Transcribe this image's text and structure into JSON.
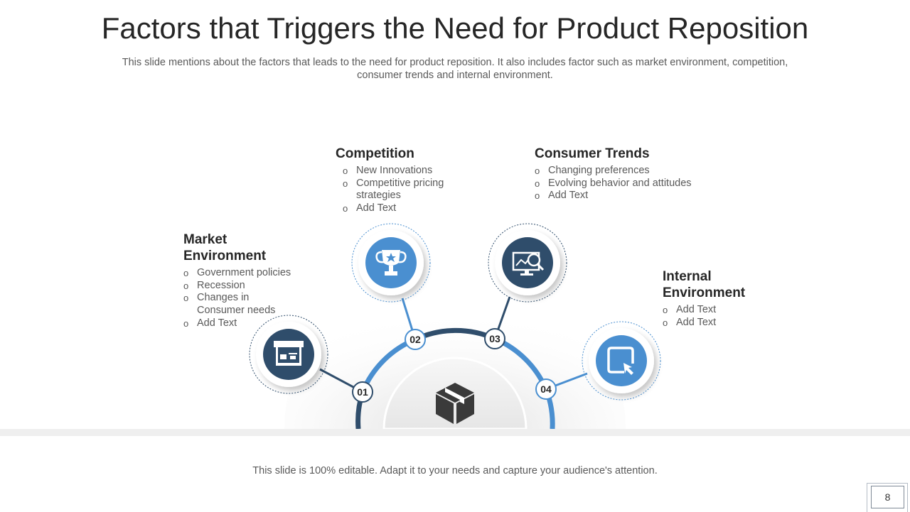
{
  "title": "Factors that Triggers the Need for Product Reposition",
  "subtitle_line1": "This slide mentions about the factors that leads to the need for product reposition. It also includes factor such as market environment, competition,",
  "subtitle_line2": "consumer trends and internal environment.",
  "factors": [
    {
      "num": "01",
      "title_line1": "Market",
      "title_line2": "Environment",
      "items": [
        "Government policies",
        "Recession",
        "Changes in",
        "Consumer needs",
        "Add Text"
      ],
      "icon": "store-icon",
      "color": "#2f4d6b"
    },
    {
      "num": "02",
      "title_line1": "Competition",
      "title_line2": "",
      "items": [
        "New Innovations",
        "Competitive pricing",
        "strategies",
        "Add Text"
      ],
      "icon": "trophy-icon",
      "color": "#4a8fd0"
    },
    {
      "num": "03",
      "title_line1": "Consumer Trends",
      "title_line2": "",
      "items": [
        "Changing preferences",
        "Evolving behavior and attitudes",
        "Add Text"
      ],
      "icon": "analytics-monitor-icon",
      "color": "#2f4d6b"
    },
    {
      "num": "04",
      "title_line1": "Internal",
      "title_line2": "Environment",
      "items": [
        "Add Text",
        "Add Text"
      ],
      "icon": "cursor-box-icon",
      "color": "#4a8fd0"
    }
  ],
  "center_icon": "package-box-icon",
  "footer": "This slide is 100% editable. Adapt it to your needs and capture your audience's attention.",
  "page_number": "8",
  "colors": {
    "dark_blue": "#2f4d6b",
    "light_blue": "#4a8fd0"
  }
}
